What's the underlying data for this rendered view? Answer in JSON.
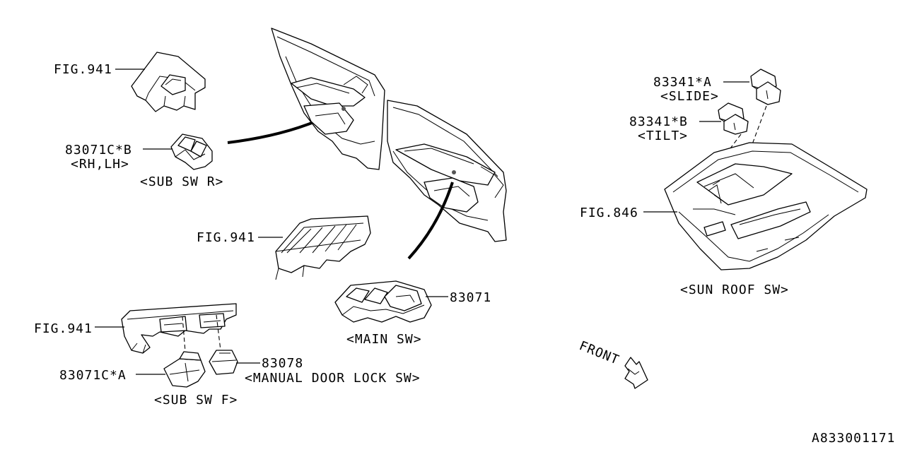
{
  "labels": {
    "fig941_top": "FIG.941",
    "part_83071c_b": "83071C*B",
    "rh_lh": "<RH,LH>",
    "sub_sw_r": "<SUB SW R>",
    "fig941_mid": "FIG.941",
    "fig941_bottom": "FIG.941",
    "part_83071c_a": "83071C*A",
    "sub_sw_f": "<SUB SW F>",
    "part_83078": "83078",
    "manual_door_lock_sw": "<MANUAL DOOR LOCK SW>",
    "part_83071": "83071",
    "main_sw": "<MAIN SW>",
    "part_83341_a": "83341*A",
    "slide": "<SLIDE>",
    "part_83341_b": "83341*B",
    "tilt": "<TILT>",
    "fig846": "FIG.846",
    "sun_roof_sw": "<SUN ROOF SW>",
    "front": "FRONT",
    "diagram_id": "A833001171"
  }
}
